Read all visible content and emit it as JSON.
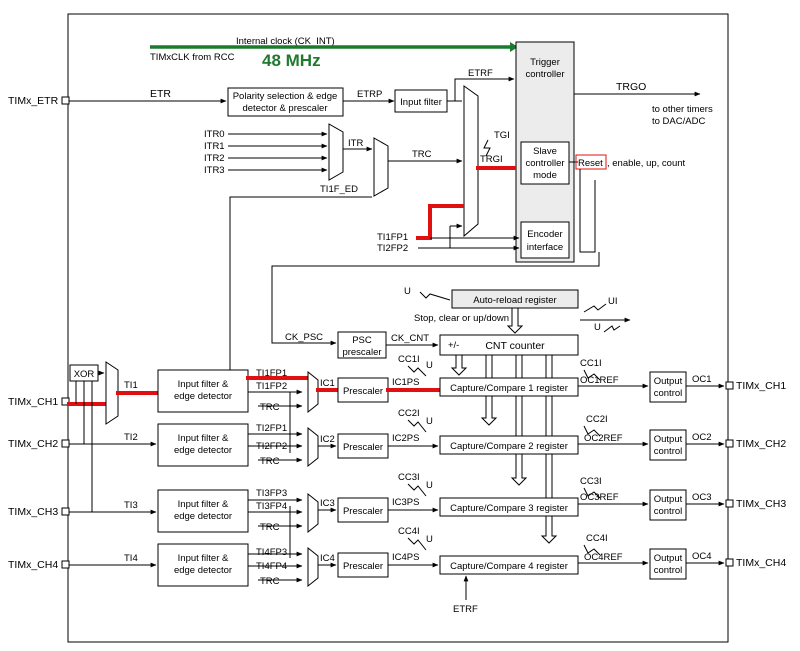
{
  "labels": {
    "internal_clock": "Internal clock (CK_INT)",
    "timx_clk": "TIMxCLK from RCC",
    "freq": "48 MHz",
    "timx_etr": "TIMx_ETR",
    "etr": "ETR",
    "polarity_1": "Polarity selection & edge",
    "polarity_2": "detector & prescaler",
    "etrp": "ETRP",
    "input_filter": "Input filter",
    "etrf": "ETRF",
    "trigger_1": "Trigger",
    "trigger_2": "controller",
    "trgo": "TRGO",
    "other_timers_1": "to other timers",
    "other_timers_2": "to DAC/ADC",
    "itr0": "ITR0",
    "itr1": "ITR1",
    "itr2": "ITR2",
    "itr3": "ITR3",
    "itr": "ITR",
    "trc": "TRC",
    "tgi": "TGI",
    "trgi": "TRGI",
    "slave_1": "Slave",
    "slave_2": "controller",
    "slave_3": "mode",
    "reset": "Reset",
    "reset_rest": ", enable, up, count",
    "ti1f_ed": "TI1F_ED",
    "ti1fp1": "TI1FP1",
    "ti2fp2": "TI2FP2",
    "encoder_1": "Encoder",
    "encoder_2": "interface",
    "u": "U",
    "auto_reload": "Auto-reload register",
    "ui": "UI",
    "stop_clear": "Stop, clear or up/down",
    "ck_psc": "CK_PSC",
    "psc_1": "PSC",
    "psc_2": "prescaler",
    "ck_cnt": "CK_CNT",
    "plus_minus": "+/-",
    "cnt_counter": "CNT counter",
    "xor": "XOR",
    "ti1": "TI1",
    "ti2": "TI2",
    "ti3": "TI3",
    "ti4": "TI4",
    "filter_1": "Input filter &",
    "filter_2": "edge detector",
    "timx_ch1": "TIMx_CH1",
    "timx_ch2": "TIMx_CH2",
    "timx_ch3": "TIMx_CH3",
    "timx_ch4": "TIMx_CH4",
    "ti1fp1_c": "TI1FP1",
    "ti1fp2": "TI1FP2",
    "ti2fp1": "TI2FP1",
    "ti2fp2_c": "TI2FP2",
    "ti3fp3": "TI3FP3",
    "ti3fp4": "TI3FP4",
    "ti4fp3": "TI4FP3",
    "ti4fp4": "TI4FP4",
    "ic1": "IC1",
    "ic2": "IC2",
    "ic3": "IC3",
    "ic4": "IC4",
    "prescaler": "Prescaler",
    "ic1ps": "IC1PS",
    "ic2ps": "IC2PS",
    "ic3ps": "IC3PS",
    "ic4ps": "IC4PS",
    "cc1i": "CC1I",
    "cc2i": "CC2I",
    "cc3i": "CC3I",
    "cc4i": "CC4I",
    "cc1_reg": "Capture/Compare 1 register",
    "cc2_reg": "Capture/Compare 2 register",
    "cc3_reg": "Capture/Compare 3 register",
    "cc4_reg": "Capture/Compare 4 register",
    "oc1ref": "OC1REF",
    "oc2ref": "OC2REF",
    "oc3ref": "OC3REF",
    "oc4ref": "OC4REF",
    "output_1": "Output",
    "output_2": "control",
    "oc1": "OC1",
    "oc2": "OC2",
    "oc3": "OC3",
    "oc4": "OC4"
  },
  "colors": {
    "highlight": "#e01010",
    "clock": "#1a7a2e"
  }
}
